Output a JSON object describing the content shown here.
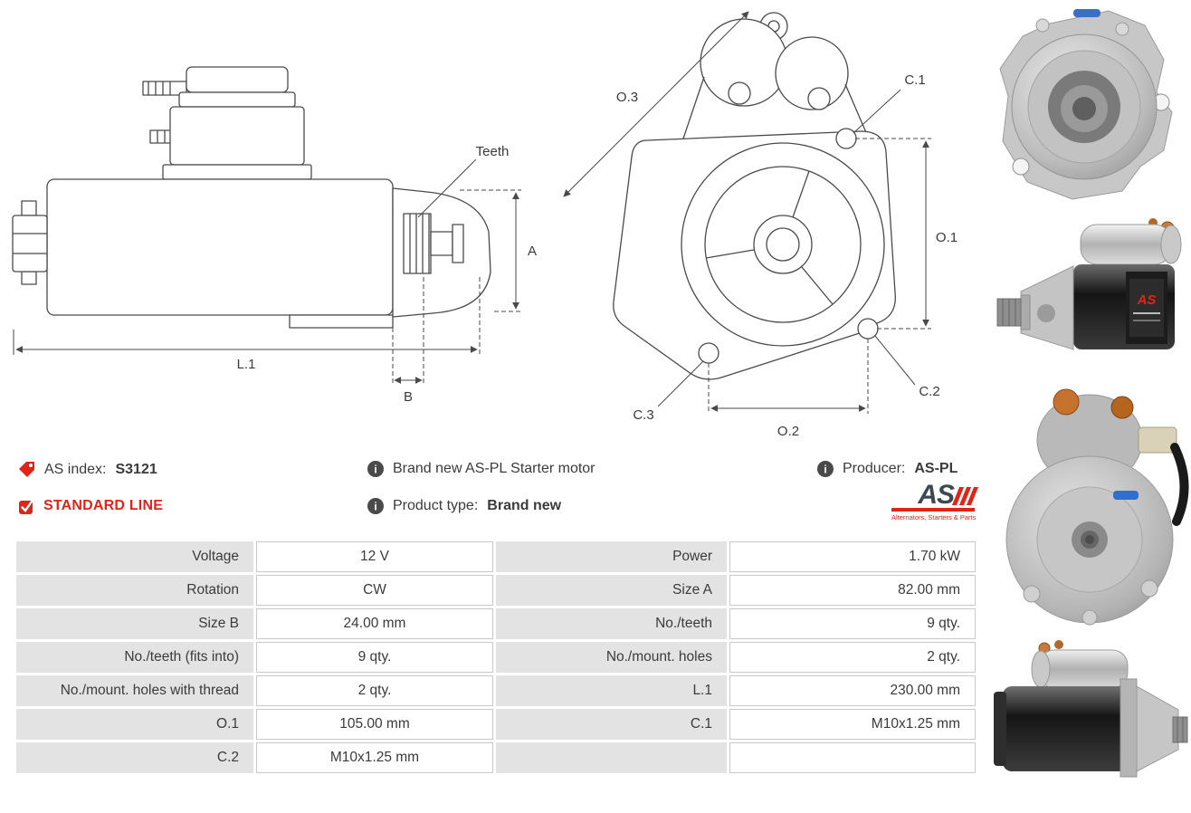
{
  "info": {
    "as_index": {
      "label": "AS index:",
      "value": "S3121"
    },
    "standard_line": "STANDARD LINE",
    "brand_new": "Brand new AS-PL Starter motor",
    "product_type": {
      "label": "Product type:",
      "value": "Brand new"
    },
    "producer": {
      "label": "Producer:",
      "value": "AS-PL"
    },
    "logo": {
      "text": "AS",
      "tagline": "Alternators, Starters & Parts"
    }
  },
  "icons": {
    "as_index": "tag-icon",
    "standard_line": "checkbox-checked-icon",
    "brand_new": "info-icon",
    "product_type": "info-icon",
    "producer": "info-icon"
  },
  "diagrams": {
    "side": {
      "teeth": "Teeth",
      "a": "A",
      "l1": "L.1",
      "b": "B"
    },
    "front": {
      "o1": "O.1",
      "o2": "O.2",
      "o3": "O.3",
      "c1": "C.1",
      "c2": "C.2",
      "c3": "C.3"
    }
  },
  "colors": {
    "accent": "#e2231a",
    "text": "#3b3b3b",
    "table_label_bg": "#e3e3e3",
    "table_border": "#c9c9c9"
  },
  "spec_table": {
    "rows": [
      {
        "l1": "Voltage",
        "v1": "12 V",
        "l2": "Power",
        "v2": "1.70 kW"
      },
      {
        "l1": "Rotation",
        "v1": "CW",
        "l2": "Size A",
        "v2": "82.00 mm"
      },
      {
        "l1": "Size B",
        "v1": "24.00 mm",
        "l2": "No./teeth",
        "v2": "9 qty."
      },
      {
        "l1": "No./teeth (fits into)",
        "v1": "9 qty.",
        "l2": "No./mount. holes",
        "v2": "2 qty."
      },
      {
        "l1": "No./mount. holes with thread",
        "v1": "2 qty.",
        "l2": "L.1",
        "v2": "230.00 mm"
      },
      {
        "l1": "O.1",
        "v1": "105.00 mm",
        "l2": "C.1",
        "v2": "M10x1.25 mm"
      },
      {
        "l1": "C.2",
        "v1": "M10x1.25 mm",
        "l2": "",
        "v2": ""
      }
    ]
  }
}
